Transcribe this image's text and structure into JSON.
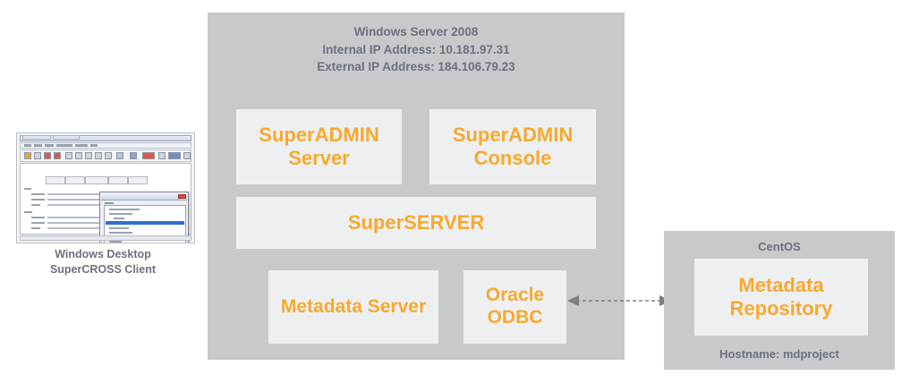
{
  "diagram": {
    "background_color": "#ffffff",
    "panel_color": "#c8c9cb",
    "box_color": "#eeeff1",
    "accent_color": "#f7a92e",
    "caption_color": "#6a7280"
  },
  "client": {
    "caption": "Windows Desktop\nSuperCROSS Client",
    "thumbnail_name": "supercross-client-screenshot"
  },
  "server_panel": {
    "caption": "Windows Server 2008\nInternal IP Address: 10.181.97.31\nExternal IP Address: 184.106.79.23",
    "os": "Windows Server 2008",
    "internal_ip_label": "Internal IP Address: 10.181.97.31",
    "external_ip_label": "External IP Address: 184.106.79.23",
    "components": [
      {
        "label": "SuperADMIN\nServer",
        "name": "superadmin-server"
      },
      {
        "label": "SuperADMIN\nConsole",
        "name": "superadmin-console"
      },
      {
        "label": "SuperSERVER",
        "name": "superserver"
      },
      {
        "label": "Metadata Server",
        "name": "metadata-server"
      },
      {
        "label": "Oracle\nODBC",
        "name": "oracle-odbc"
      }
    ]
  },
  "centos_panel": {
    "caption": "CentOS",
    "hostname": "Hostname: mdproject",
    "components": [
      {
        "label": "Metadata\nRepository",
        "name": "metadata-repository"
      }
    ]
  },
  "connector": {
    "name": "odbc-to-repository-link",
    "style": "dashed",
    "arrowheads": "both",
    "color": "#7c8085"
  }
}
